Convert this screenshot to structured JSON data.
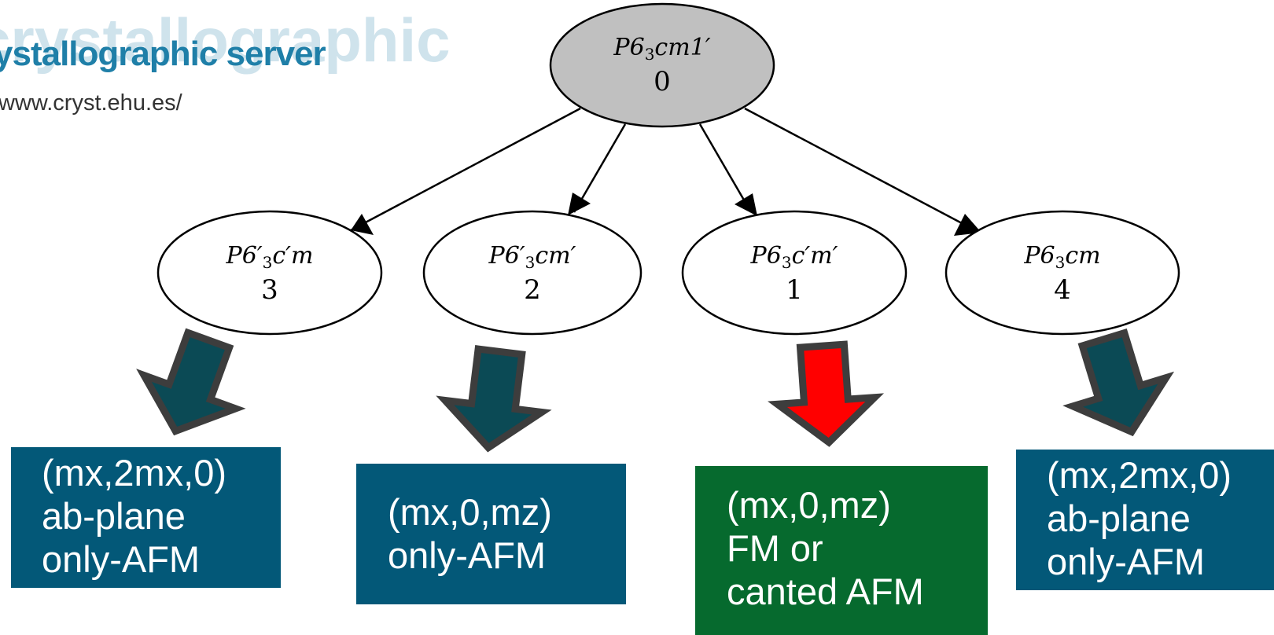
{
  "logo": {
    "ghost_text": "crystallographic",
    "title": "ystallographic server",
    "url": "www.cryst.ehu.es/"
  },
  "root": {
    "group_main": "P6",
    "group_sub": "3",
    "group_rest": "cm1′",
    "rank": "0"
  },
  "children": [
    {
      "group_main": "P6′",
      "group_sub": "3",
      "group_rest": "c′m",
      "rank": "3"
    },
    {
      "group_main": "P6′",
      "group_sub": "3",
      "group_rest": "cm′",
      "rank": "2"
    },
    {
      "group_main": "P6",
      "group_sub": "3",
      "group_rest": "c′m′",
      "rank": "1"
    },
    {
      "group_main": "P6",
      "group_sub": "3",
      "group_rest": "cm",
      "rank": "4"
    }
  ],
  "boxes": [
    {
      "lines": [
        "(mx,2mx,0)",
        "ab-plane",
        "only-AFM"
      ],
      "color": "#035878"
    },
    {
      "lines": [
        "(mx,0,mz)",
        "only-AFM"
      ],
      "color": "#035878"
    },
    {
      "lines": [
        "(mx,0,mz)",
        "FM or",
        "canted AFM"
      ],
      "color": "#066a2e"
    },
    {
      "lines": [
        "(mx,2mx,0)",
        "ab-plane",
        "only-AFM"
      ],
      "color": "#035878"
    }
  ],
  "arrow_colors": {
    "normal": "#0b4a55",
    "highlight": "#ff0000",
    "outline": "#3d3d3d"
  },
  "root_fill": "#c0c0c0"
}
